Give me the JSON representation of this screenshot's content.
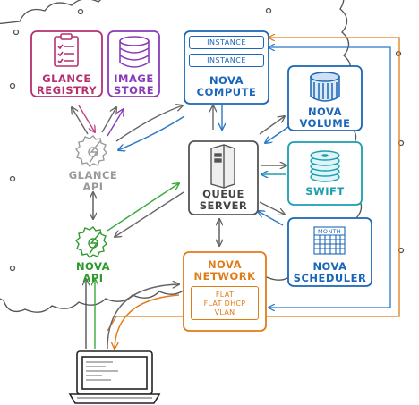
{
  "nodes": {
    "glance_registry": {
      "label": "GLANCE\nREGISTRY",
      "color": "#b5306e"
    },
    "image_store": {
      "label": "IMAGE\nSTORE",
      "color": "#8a3ab9"
    },
    "nova_compute": {
      "label": "NOVA\nCOMPUTE",
      "instances": [
        "INSTANCE",
        "INSTANCE"
      ],
      "color": "#1a66b8"
    },
    "nova_volume": {
      "label": "NOVA\nVOLUME",
      "color": "#1a66b8"
    },
    "swift": {
      "label": "SWIFT",
      "color": "#1a9fb0"
    },
    "nova_scheduler": {
      "label": "NOVA\nSCHEDULER",
      "calendar_label": "MONTH",
      "color": "#1a66b8"
    },
    "queue_server": {
      "label": "QUEUE\nSERVER",
      "color": "#555555"
    },
    "glance_api": {
      "label": "GLANCE\nAPI",
      "color": "#9a9a9a"
    },
    "nova_api": {
      "label": "NOVA\nAPI",
      "color": "#2e9a2e"
    },
    "nova_network": {
      "label": "NOVA\nNETWORK",
      "modes": "FLAT\nFLAT DHCP\nVLAN",
      "color": "#e07b18"
    }
  },
  "client": {
    "icon": "laptop-icon"
  }
}
